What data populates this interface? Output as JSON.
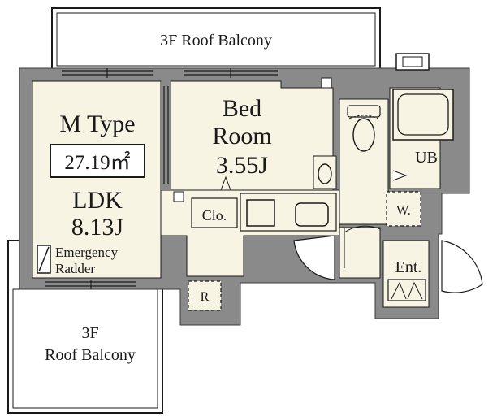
{
  "balcony_top": {
    "label": "3F Roof Balcony"
  },
  "balcony_bottom": {
    "line1": "3F",
    "line2": "Roof Balcony"
  },
  "unit": {
    "type": "M Type",
    "area": "27.19㎡"
  },
  "rooms": {
    "ldk": {
      "name": "LDK",
      "size": "8.13J"
    },
    "bedroom": {
      "line1": "Bed",
      "line2": "Room",
      "size": "3.55J"
    },
    "closet": {
      "label": "Clo."
    },
    "bath": {
      "label": "UB"
    },
    "washer": {
      "label": "W."
    },
    "entrance": {
      "label": "Ent."
    },
    "fridge": {
      "label": "R"
    }
  },
  "fixtures": {
    "emergency_ladder": {
      "line1": "Emergency",
      "line2": "Radder"
    }
  },
  "colors": {
    "wall": "#8a8a8a",
    "floor": "#f7f4e4",
    "line": "#1a1a1a"
  }
}
